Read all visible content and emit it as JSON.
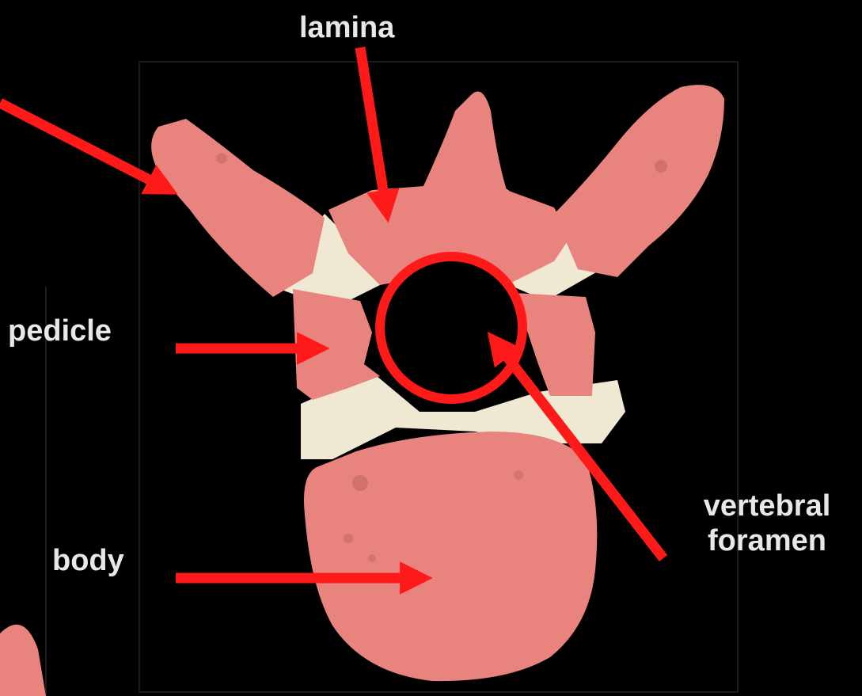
{
  "labels": {
    "lamina": "lamina",
    "pedicle": "pedicle",
    "body": "body",
    "vertebral_foramen_line1": "vertebral",
    "vertebral_foramen_line2": "foramen"
  },
  "colors": {
    "background": "#000000",
    "bone_overlay": "#e8837e",
    "bone_shadow": "#c76a64",
    "cartilage": "#efe9d4",
    "arrow": "#ff1a1a",
    "text": "#e8e8e8"
  }
}
